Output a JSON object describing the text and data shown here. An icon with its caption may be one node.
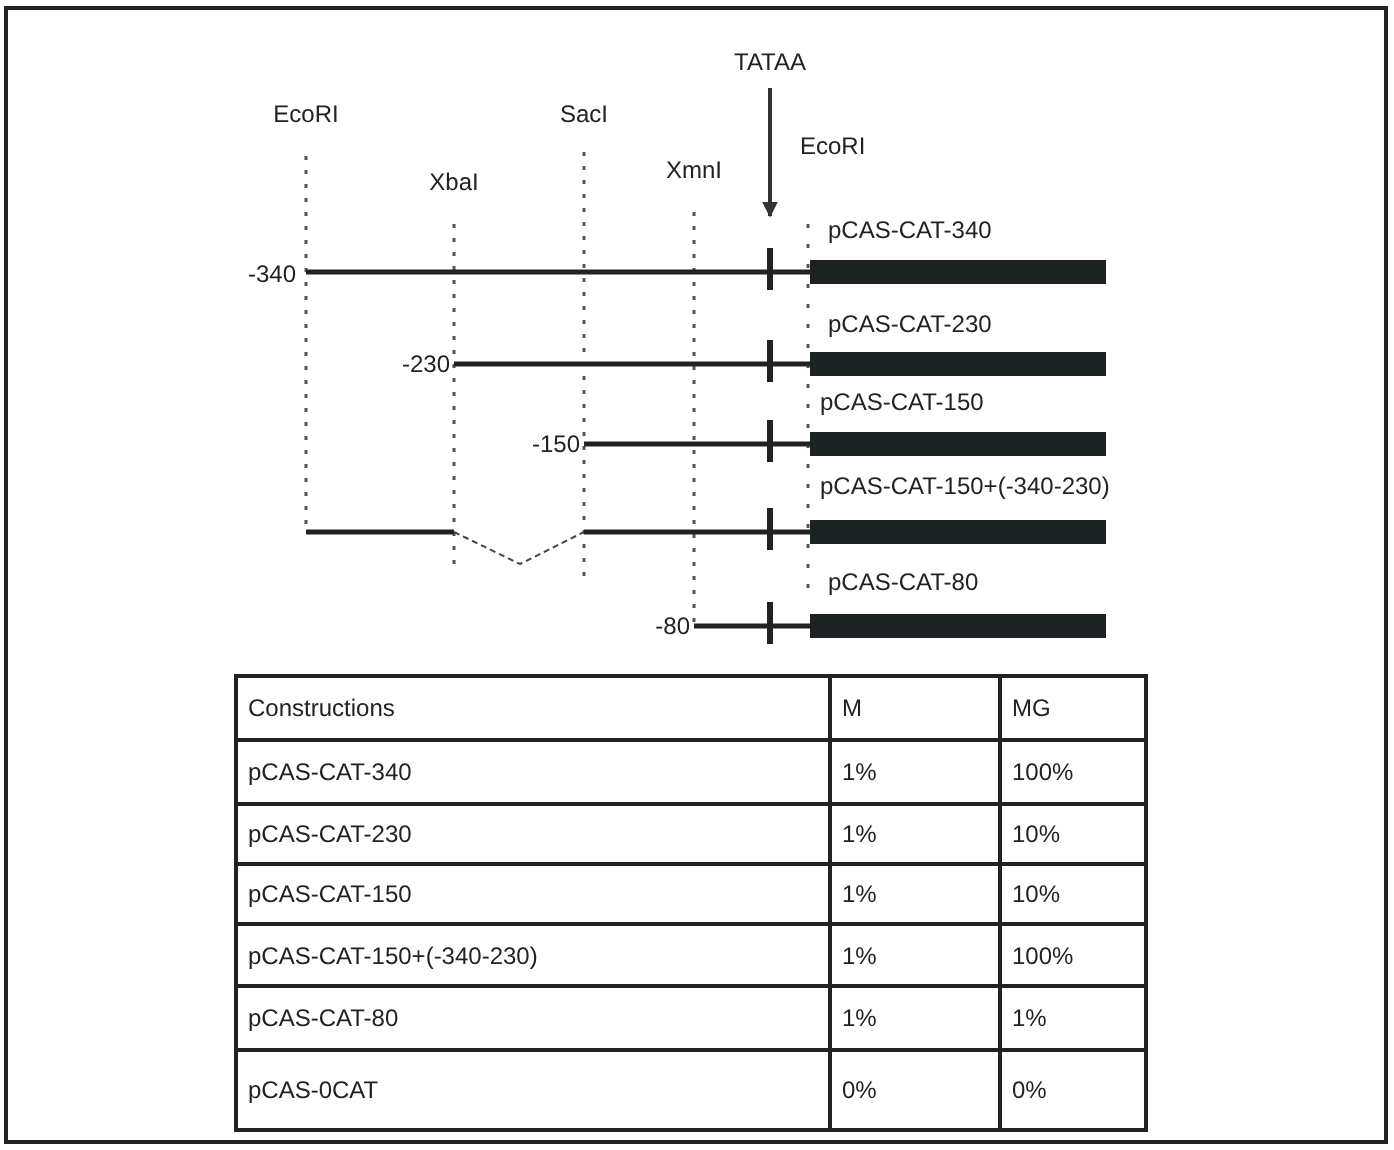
{
  "diagram": {
    "labels": [
      "TATAA",
      "EcoRI",
      "SacI",
      "XbaI",
      "XmnI",
      "EcoRI",
      "pCAS-CAT-340",
      "-340",
      "pCAS-CAT-230",
      "-230",
      "pCAS-CAT-150",
      "-150",
      "pCAS-CAT-150+(-340-230)",
      "pCAS-CAT-80",
      "-80",
      "Constructions",
      "M",
      "MG",
      "pCAS-CAT-340",
      "1%",
      "100%",
      "pCAS-CAT-230",
      "1%",
      "10%",
      "pCAS-CAT-150",
      "1%",
      "10%",
      "pCAS-CAT-150+(-340-230)",
      "1%",
      "100%",
      "pCAS-CAT-80",
      "1%",
      "1%",
      "pCAS-0CAT",
      "0%",
      "0%"
    ]
  }
}
